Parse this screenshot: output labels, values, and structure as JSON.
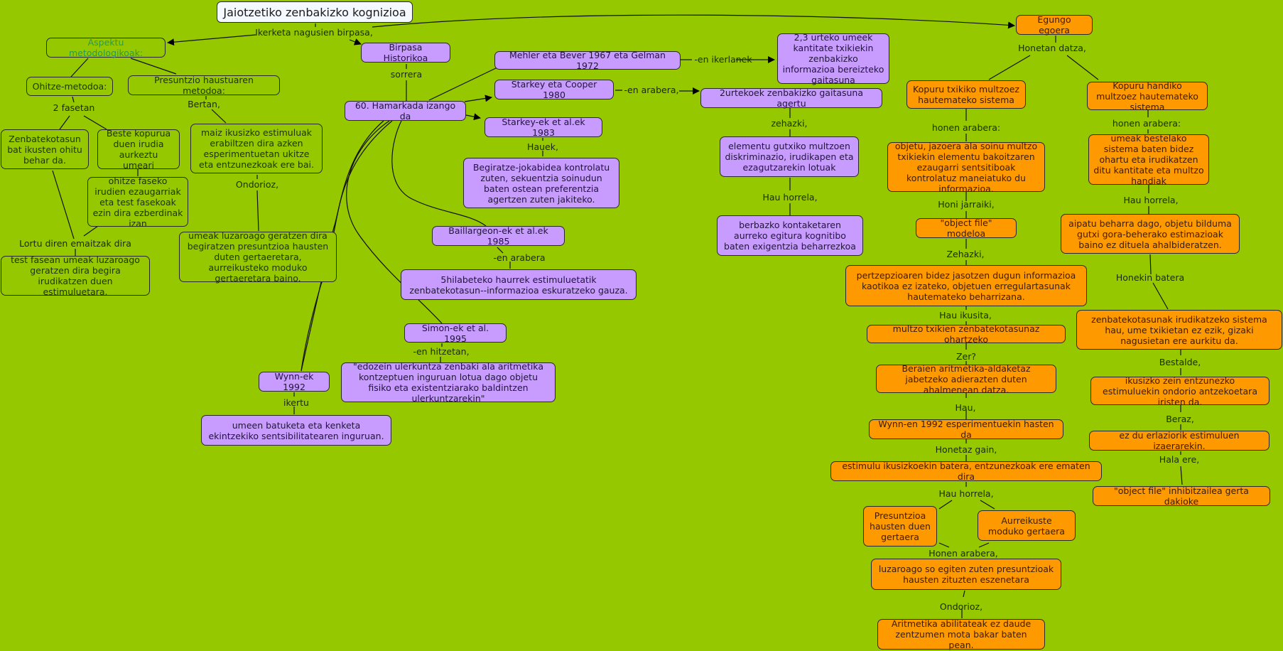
{
  "title": "Jaiotzetiko zenbakizko kognizioa",
  "colors": {
    "background": "#96c800",
    "purple": "#c89cff",
    "orange": "#ff9900",
    "root": "#f4f8ff"
  },
  "nodes": {
    "aspektu": "Aspektu metodologikoak:",
    "ohitze": "Ohitze-metodoa:",
    "presuntzio": "Presuntzio haustuaren metodoa:",
    "zenbatekotasun": "Zenbatekotasun bat ikusten ohitu behar da.",
    "beste": "Beste kopurua duen irudia aurkeztu umeari",
    "ohitze_faseko": "ohitze faseko irudien ezaugarriak eta test fasekoak ezin dira ezberdinak izan",
    "test_fasean": "test fasean umeak luzaroago geratzen dira begira irudikatzen duen estimuluetara.",
    "maiz": "maiz ikusizko estimuluak erabiltzen dira azken esperimentuetan ukitze eta entzunezkoak ere bai.",
    "umeak_luzaroago": "umeak luzaroago geratzen dira begiratzen presuntzioa hausten duten gertaeretara, aurreikusteko moduko gertaeretara baino.",
    "birpasa": "Birpasa Historikoa",
    "hamarkada": "60. Hamarkada izango da",
    "mehler": "Mehler eta Bever 1967 eta Gelman 1972",
    "urteko23": "2,3 urteko umeek kantitate txikiekin zenbakizko informazioa bereizteko gaitasuna",
    "starkey_cooper": "Starkey eta Cooper 1980",
    "urtekoek2": "2urtekoek zenbakizko gaitasuna agertu",
    "elementu": "elementu gutxiko multzoen diskriminazio, irudikapen eta ezagutzarekin lotuak",
    "berbazko": "berbazko kontaketaren aurreko egitura kognitibo baten exigentzia beharrezkoa",
    "starkey83": "Starkey-ek et al.ek 1983",
    "begiratze": "Begiratze-jokabidea kontrolatu zuten, sekuentzia soinudun baten ostean preferentzia agertzen zuten jakiteko.",
    "baillargeon": "Baillargeon-ek et al.ek 1985",
    "hilabeteko": "5hilabeteko haurrek estimuluetatik zenbatekotasun--informazioa eskuratzeko gauza.",
    "simon": "Simon-ek et al. 1995",
    "edozein": "\"edozein ulerkuntza zenbaki ala aritmetika kontzeptuen inguruan lotua dago objetu fisiko eta existentziarako baldintzen ulerkuntzarekin\"",
    "wynn": "Wynn-ek 1992",
    "umeen": "umeen batuketa eta kenketa ekintzekiko sentsibilitatearen inguruan.",
    "egungo": "Egungo egoera",
    "kop_txiki": "Kopuru txikiko multzoez hautemateko sistema",
    "kop_handi": "Kopuru handiko multzoez hautemateko sistema",
    "objetu": "objetu, jazoera ala soinu multzo txikiekin elementu bakoitzaren ezaugarri sentsitiboak kontrolatuz maneiatuko du informazioa.",
    "object_file": "\"object file\" modeloa",
    "pertzepzio": "pertzepzioaren bidez jasotzen dugun informazioa kaotikoa ez izateko, objetuen erregulartasunak hautemateko beharrizana.",
    "multzo_txikien": "multzo txikien zenbatekotasunaz ohartzeko",
    "beraien": "Beraien aritmetika-aldaketaz jabetzeko adierazten duten ahalmenean datza.",
    "wynn_en": "Wynn-en 1992 esperimentuekin hasten da",
    "estimulu": "estimulu ikusizkoekin batera, entzunezkoak ere ematen dira",
    "presuntzioa_hausten": "Presuntzioa hausten duen gertaera",
    "aurreikuste": "Aurreikuste moduko gertaera",
    "luzaroago_so": "luzaroago so egiten zuten presuntzioak hausten zituzten eszenetara",
    "aritmetika": "Aritmetika abilitateak ez daude zentzumen mota bakar baten pean.",
    "umeak_bestelako": "umeak bestelako sistema baten bidez ohartu eta irudikatzen ditu kantitate eta multzo handiak",
    "aipatu": "aipatu beharra dago, objetu bilduma gutxi gora-beherako estimazioak baino ez dituela ahalbideratzen.",
    "zenbatekotasunak": "zenbatekotasunak irudikatzeko sistema hau, ume txikietan ez ezik, gizaki nagusietan ere aurkitu da.",
    "ikusizko": "ikusizko zein entzunezko estimuluekin ondorio antzekoetara iristen da.",
    "ez_du": "ez du erlaziorik estimuluen izaerarekin.",
    "inhibitzailea": "\"object file\" inhibitzailea gerta dakioke"
  },
  "links": {
    "ikerketa": "Ikerketa nagusien birpasa,",
    "fasetan": "2 fasetan",
    "bertan": "Bertan,",
    "ondorioz1": "Ondorioz,",
    "lortu": "Lortu diren emaitzak dira",
    "sorrera": "sorrera",
    "ikerlanek": "-en ikerlanek",
    "en_arabera1": "-en arabera,",
    "zehazki1": "zehazki,",
    "hau_horrela1": "Hau horrela,",
    "hauek": "Hauek,",
    "en_arabera2": "-en arabera",
    "hitzetan": "-en hitzetan,",
    "ikertu": "ikertu",
    "honetan": "Honetan datza,",
    "honen_arabera1": "honen arabera:",
    "honen_arabera2": "honen arabera:",
    "honi": "Honi jarraiki,",
    "zehazki2": "Zehazki,",
    "hau_ikusita": "Hau ikusita,",
    "zer": "Zer?",
    "hau": "Hau,",
    "honetaz": "Honetaz gain,",
    "hau_horrela2": "Hau horrela,",
    "honen_arabera3": "Honen arabera,",
    "ondorioz2": "Ondorioz,",
    "hau_horrela3": "Hau horrela,",
    "honekin": "Honekin batera",
    "bestalde": "Bestalde,",
    "beraz": "Beraz,",
    "hala_ere": "Hala ere,"
  }
}
